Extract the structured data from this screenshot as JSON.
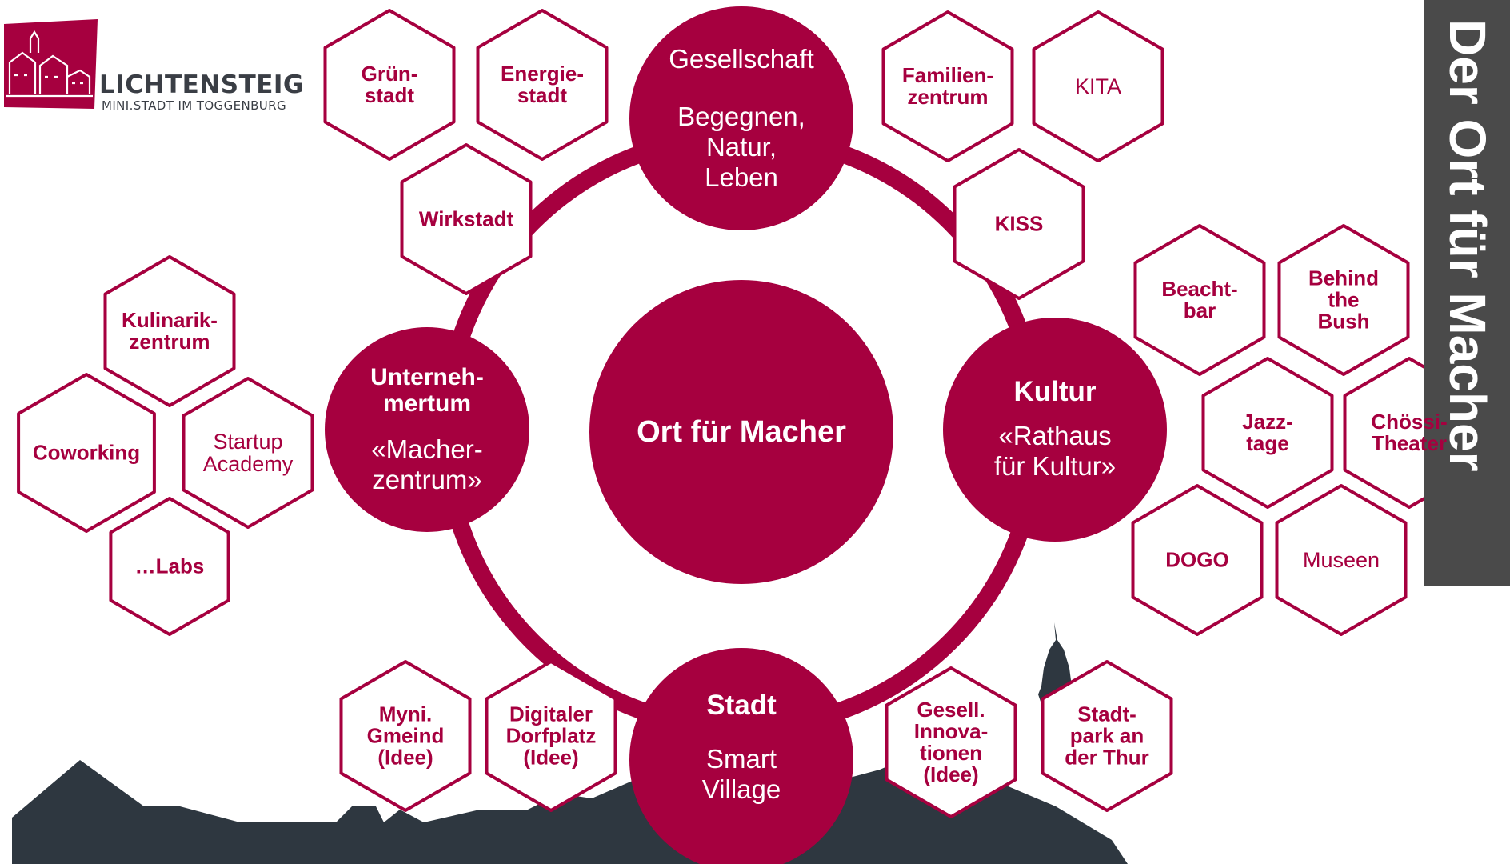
{
  "colors": {
    "accent": "#a6003f",
    "dark": "#2e3740",
    "banner": "#4a4a4a",
    "hex_fill": "#ffffff"
  },
  "logo": {
    "title": "LICHTENSTEIG",
    "subtitle": "MINI.STADT IM TOGGENBURG"
  },
  "side_banner": {
    "text": "Der Ort für Macher"
  },
  "center": {
    "label": "Ort für Macher"
  },
  "hubs": [
    {
      "id": "gesellschaft",
      "top": "Gesellschaft",
      "head": "",
      "sub": "Begegnen,\nNatur,\nLeben"
    },
    {
      "id": "kultur",
      "top": "",
      "head": "Kultur",
      "sub": "«Rathaus\nfür Kultur»"
    },
    {
      "id": "stadt",
      "top": "",
      "head": "Stadt",
      "sub": "Smart\nVillage"
    },
    {
      "id": "unternehmertum",
      "top": "",
      "head": "Unterneh-\nmertum",
      "sub": "«Macher-\nzentrum»"
    }
  ],
  "hexagons": [
    {
      "id": "gruenstadt",
      "label": "Grün-\nstadt",
      "bold": true
    },
    {
      "id": "energiestadt",
      "label": "Energie-\nstadt",
      "bold": true
    },
    {
      "id": "wirkstadt",
      "label": "Wirkstadt",
      "bold": true
    },
    {
      "id": "familienzentrum",
      "label": "Familien-\nzentrum",
      "bold": true
    },
    {
      "id": "kita",
      "label": "KITA",
      "bold": false
    },
    {
      "id": "kiss",
      "label": "KISS",
      "bold": true
    },
    {
      "id": "beachtbar",
      "label": "Beacht-\nbar",
      "bold": true
    },
    {
      "id": "behind-the-bush",
      "label": "Behind\nthe\nBush",
      "bold": true
    },
    {
      "id": "jazztage",
      "label": "Jazz-\ntage",
      "bold": true
    },
    {
      "id": "choessi-theater",
      "label": "Chössi-\nTheater",
      "bold": true
    },
    {
      "id": "dogo",
      "label": "DOGO",
      "bold": true
    },
    {
      "id": "museen",
      "label": "Museen",
      "bold": false
    },
    {
      "id": "kulinarikzentrum",
      "label": "Kulinarik-\nzentrum",
      "bold": true
    },
    {
      "id": "coworking",
      "label": "Coworking",
      "bold": true
    },
    {
      "id": "startup-academy",
      "label": "Startup\nAcademy",
      "bold": false
    },
    {
      "id": "labs",
      "label": "…Labs",
      "bold": true
    },
    {
      "id": "myni-gmeind",
      "label": "Myni.\nGmeind\n(Idee)",
      "bold": true
    },
    {
      "id": "digitaler-dorfplatz",
      "label": "Digitaler\nDorfplatz\n(Idee)",
      "bold": true
    },
    {
      "id": "gesell-innovationen",
      "label": "Gesell.\nInnova-\ntionen\n(Idee)",
      "bold": true
    },
    {
      "id": "stadtpark",
      "label": "Stadt-\npark an\nder Thur",
      "bold": true
    }
  ]
}
